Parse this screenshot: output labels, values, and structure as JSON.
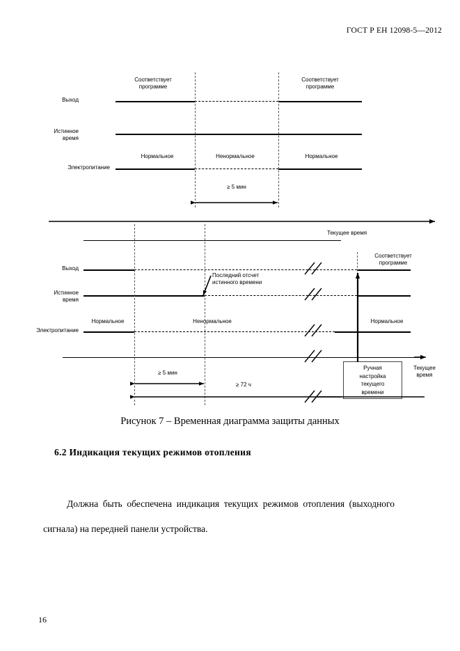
{
  "document": {
    "standard_header": "ГОСТ Р ЕН 12098-5—2012",
    "page_number": "16"
  },
  "figure": {
    "caption": "Рисунок 7 – Временная диаграмма защиты данных",
    "row_labels": {
      "output": "Выход",
      "true_time": "Истинное\nвремя",
      "true_time_l1": "Истинное",
      "true_time_l2": "время",
      "power": "Электропитание"
    },
    "states": {
      "conforms_program_l1": "Соответствует",
      "conforms_program_l2": "программе",
      "normal": "Нормальное",
      "abnormal": "Ненормальное",
      "current_time": "Текущее время",
      "current_time_l1": "Текущее",
      "current_time_l2": "время"
    },
    "annotations": {
      "last_reading_l1": "Последний отсчет",
      "last_reading_l2": "истинного времени",
      "manual_setup_l1": "Ручная",
      "manual_setup_l2": "настройка",
      "manual_setup_l3": "текущего",
      "manual_setup_l4": "времени"
    },
    "dimensions": {
      "min5_top": "≥ 5 мин",
      "min5_bottom": "≥ 5 мин",
      "h72": "≥ 72 ч"
    }
  },
  "section": {
    "heading": "6.2 Индикация текущих режимов отопления",
    "paragraph": "Должна быть обеспечена индикация текущих режимов отопления (выходного сигнала) на передней панели устройства."
  }
}
